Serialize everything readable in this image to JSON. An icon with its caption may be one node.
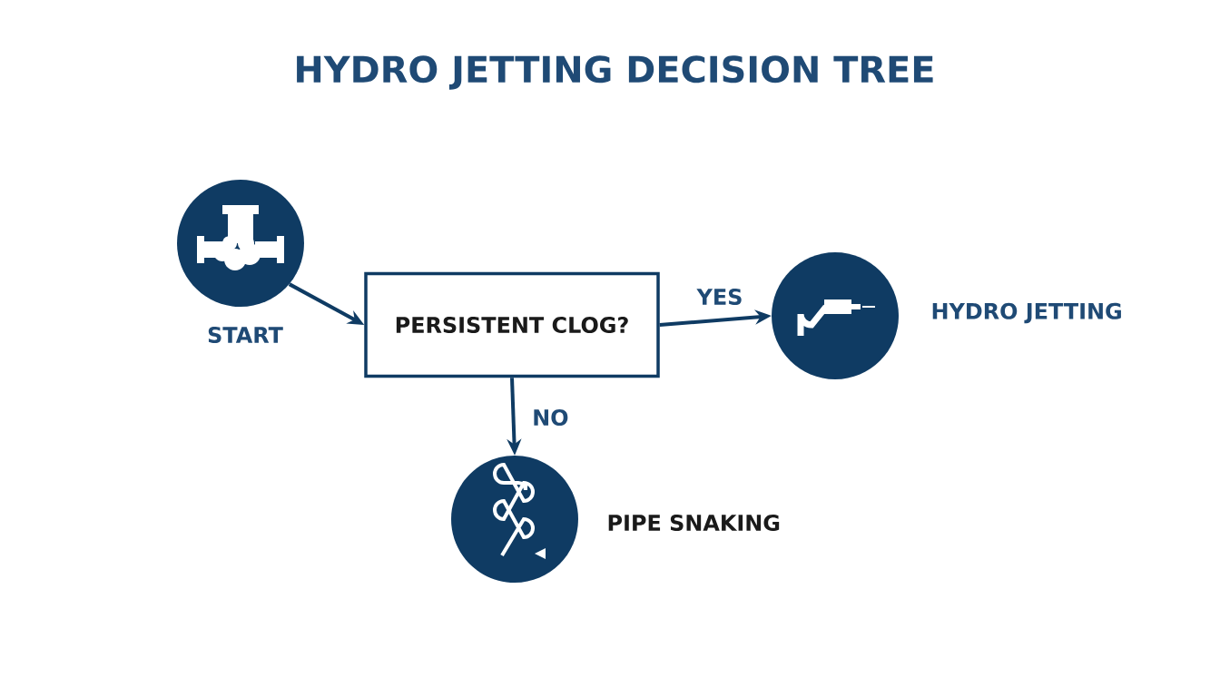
{
  "diagram": {
    "title": "HYDRO JETTING DECISION TREE",
    "nodes": [
      {
        "text": [],
        "shape": "circle",
        "beside": [
          "START"
        ]
      },
      {
        "text": [
          "PERSISTENT CLOG?"
        ]
      },
      {
        "text": [],
        "shape": "circle",
        "beside": [
          "HYDRO JETTING"
        ]
      },
      {
        "text": [],
        "shape": "circle",
        "beside": [
          "PIPE SNAKING"
        ]
      }
    ],
    "edges": [
      {
        "from": 0,
        "to": 1,
        "arrow": "to"
      },
      {
        "from": 1,
        "to": 2,
        "arrow": "to",
        "label": "YES"
      },
      {
        "from": 1,
        "to": 3,
        "arrow": "to",
        "label": "NO"
      }
    ]
  }
}
